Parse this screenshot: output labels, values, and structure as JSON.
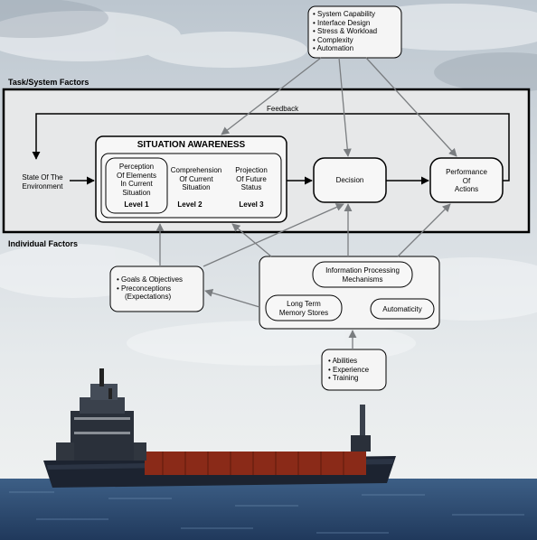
{
  "sections": {
    "task_system": "Task/System Factors",
    "individual": "Individual Factors"
  },
  "system_factors": [
    "• System Capability",
    "• Interface Design",
    "• Stress & Workload",
    "• Complexity",
    "• Automation"
  ],
  "feedback": "Feedback",
  "state_env": [
    "State Of The",
    "Environment"
  ],
  "sa": {
    "title": "SITUATION AWARENESS",
    "level1_text": [
      "Perception",
      "Of Elements",
      "In Current",
      "Situation"
    ],
    "level1_label": "Level 1",
    "level2_text": [
      "Comprehension",
      "Of Current",
      "Situation"
    ],
    "level2_label": "Level 2",
    "level3_text": [
      "Projection",
      "Of Future",
      "Status"
    ],
    "level3_label": "Level 3"
  },
  "decision": "Decision",
  "performance": [
    "Performance",
    "Of",
    "Actions"
  ],
  "goals": [
    "• Goals & Objectives",
    "• Preconceptions",
    "(Expectations)"
  ],
  "info_processing": [
    "Information Processing",
    "Mechanisms"
  ],
  "long_term_memory": [
    "Long Term",
    "Memory Stores"
  ],
  "automaticity": "Automaticity",
  "abilities": [
    "• Abilities",
    "• Experience",
    "• Training"
  ]
}
